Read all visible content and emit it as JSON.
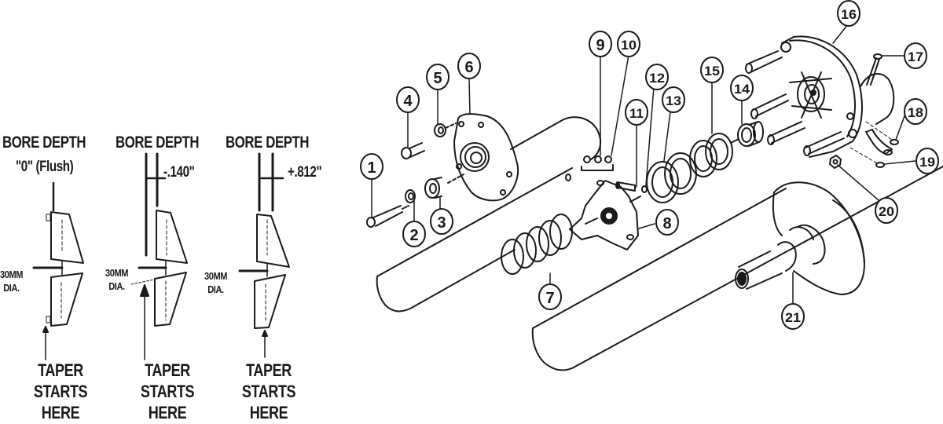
{
  "bore_depth_panel": {
    "diagrams": [
      {
        "heading": "BORE DEPTH",
        "depth_value": "\"0\" (Flush)",
        "diameter_label_1": "30MM",
        "diameter_label_2": "DIA.",
        "taper_1": "TAPER",
        "taper_2": "STARTS",
        "taper_3": "HERE"
      },
      {
        "heading": "BORE DEPTH",
        "depth_value": "-.140\"",
        "diameter_label_1": "30MM",
        "diameter_label_2": "DIA.",
        "taper_1": "TAPER",
        "taper_2": "STARTS",
        "taper_3": "HERE"
      },
      {
        "heading": "BORE DEPTH",
        "depth_value": "+.812\"",
        "diameter_label_1": "30MM",
        "diameter_label_2": "DIA.",
        "taper_1": "TAPER",
        "taper_2": "STARTS",
        "taper_3": "HERE"
      }
    ]
  },
  "exploded_view": {
    "callouts": [
      "1",
      "2",
      "3",
      "4",
      "5",
      "6",
      "7",
      "8",
      "9",
      "10",
      "11",
      "12",
      "13",
      "14",
      "15",
      "16",
      "17",
      "18",
      "19",
      "20",
      "21"
    ]
  },
  "colors": {
    "ink": "#1a1a1a",
    "background": "#ffffff"
  }
}
